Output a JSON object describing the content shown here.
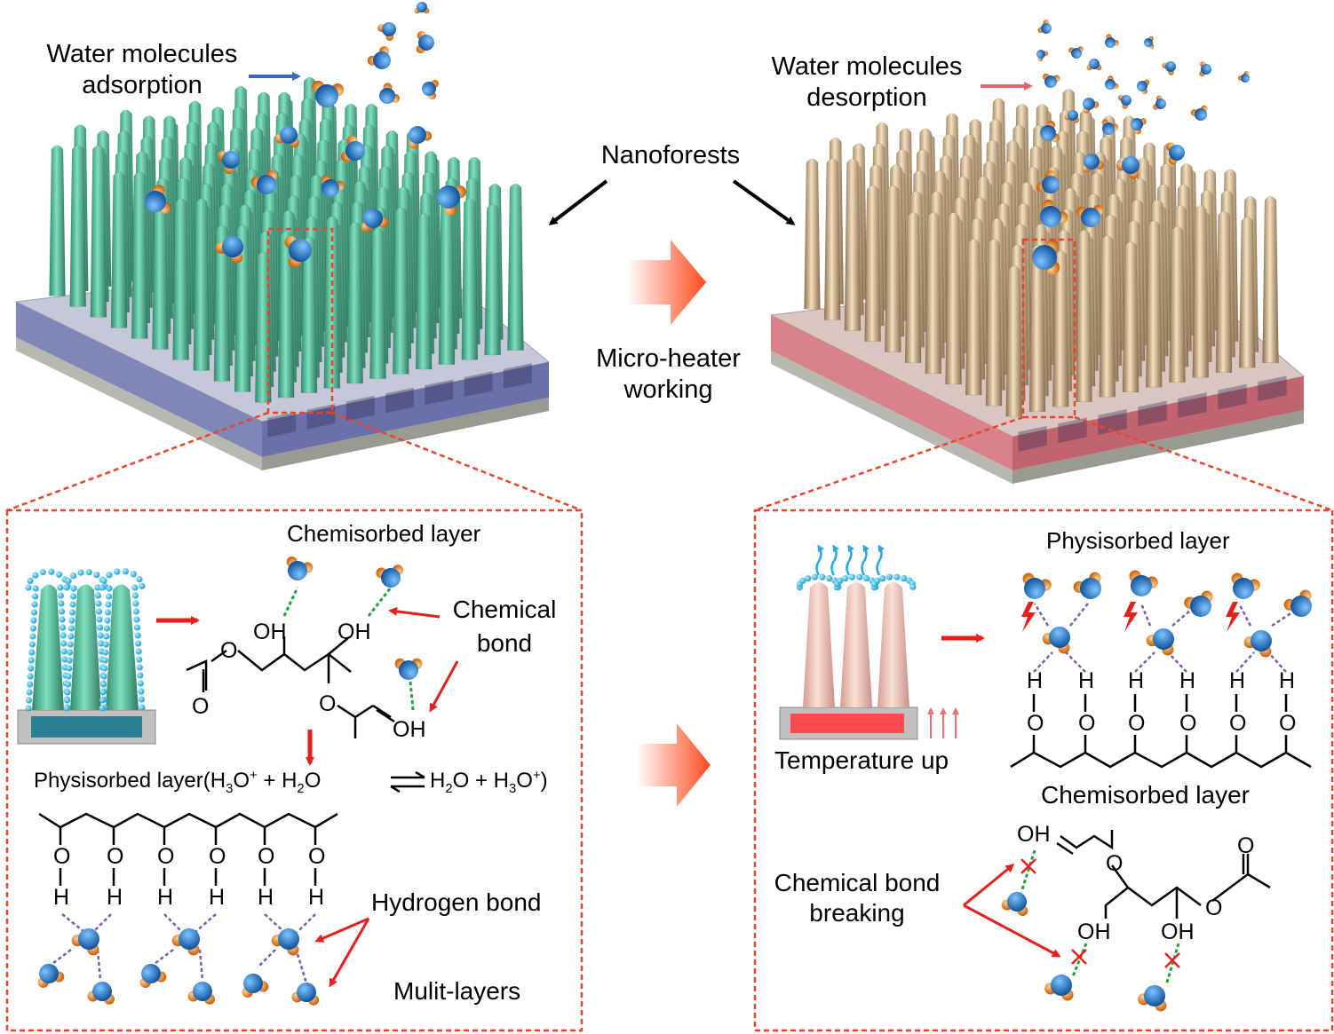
{
  "top": {
    "adsorption": {
      "line1": "Water molecules",
      "line2": "adsorption"
    },
    "desorption": {
      "line1": "Water molecules",
      "line2": "desorption"
    },
    "nanoforests": "Nanoforests",
    "heater": {
      "line1": "Micro-heater",
      "line2": "working"
    }
  },
  "left_panel": {
    "chemisorbed_title": "Chemisorbed layer",
    "chemical_bond": {
      "line1": "Chemical",
      "line2": "bond"
    },
    "physisorbed_eq": {
      "prefix": "Physisorbed layer(H",
      "s1": "3",
      "p1": "O",
      "sup1": "+",
      "p2": " + H",
      "s2": "2",
      "p3": "O",
      "p4": "H",
      "s3": "2",
      "p5": "O + H",
      "s4": "3",
      "p6": "O",
      "sup2": "+",
      "suffix": ")"
    },
    "hydrogen_bond": "Hydrogen bond",
    "multi_layers": "Mulit-layers",
    "oh_labels": [
      "OH",
      "OH",
      "OH"
    ],
    "o_label": "O",
    "chain_o": "O",
    "chain_h": "H"
  },
  "right_panel": {
    "physisorbed_title": "Physisorbed layer",
    "temperature_up": "Temperature up",
    "chemisorbed_title": "Chemisorbed layer",
    "bond_breaking": {
      "line1": "Chemical bond",
      "line2": "breaking"
    },
    "oh_labels": [
      "OH",
      "OH",
      "OH"
    ],
    "o_label": "O",
    "chain_o": "O",
    "chain_h": "H"
  },
  "colors": {
    "green_pillar": "#4fb795",
    "tan_pillar": "#c9ae86",
    "water_blue": "#1f6fb5",
    "water_orange": "#f08a20",
    "dash_red": "#e8452a",
    "arrow_red": "#e8201c",
    "arrow_blue": "#3a68c8",
    "arrow_pink": "#f0606a"
  }
}
